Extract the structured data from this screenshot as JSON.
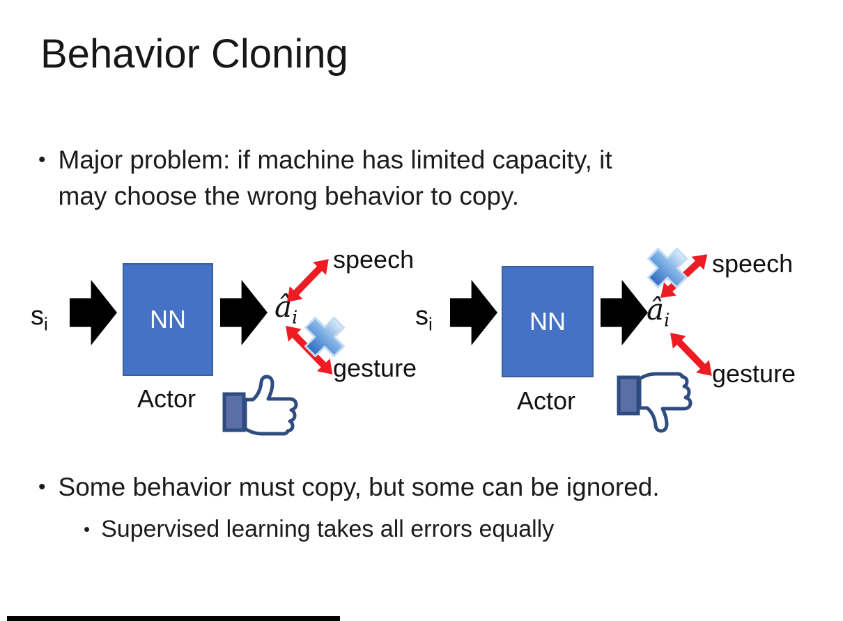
{
  "slide": {
    "title": "Behavior Cloning",
    "bullet_char": "•",
    "bullet1": {
      "line1": "Major problem: if machine has limited capacity, it",
      "line2": "may choose the wrong behavior to copy."
    },
    "bullet2": {
      "text": "Some behavior must copy, but some can be ignored."
    },
    "bullet3": {
      "text": "Supervised learning takes all errors equally"
    },
    "diagram_left": {
      "input_base": "s",
      "input_sub": "i",
      "nn_label": "NN",
      "actor_label": "Actor",
      "output_base": "â",
      "output_sub": "i",
      "speech_label": "speech",
      "gesture_label": "gesture",
      "crossed_out": "gesture",
      "feedback_icon": "thumbs-up"
    },
    "diagram_right": {
      "input_base": "s",
      "input_sub": "i",
      "nn_label": "NN",
      "actor_label": "Actor",
      "output_base": "â",
      "output_sub": "i",
      "speech_label": "speech",
      "gesture_label": "gesture",
      "crossed_out": "speech",
      "feedback_icon": "thumbs-down"
    },
    "colors": {
      "nn_box_fill": "#4472C4",
      "block_arrow": "#000000",
      "relation_arrow_red": "#ED1C24",
      "cross_blue": "#3572C8",
      "thumb_outline_navy": "#2E4C80",
      "thumb_cuff_slate": "#5B6EA6",
      "background": "#FFFFFF"
    }
  }
}
